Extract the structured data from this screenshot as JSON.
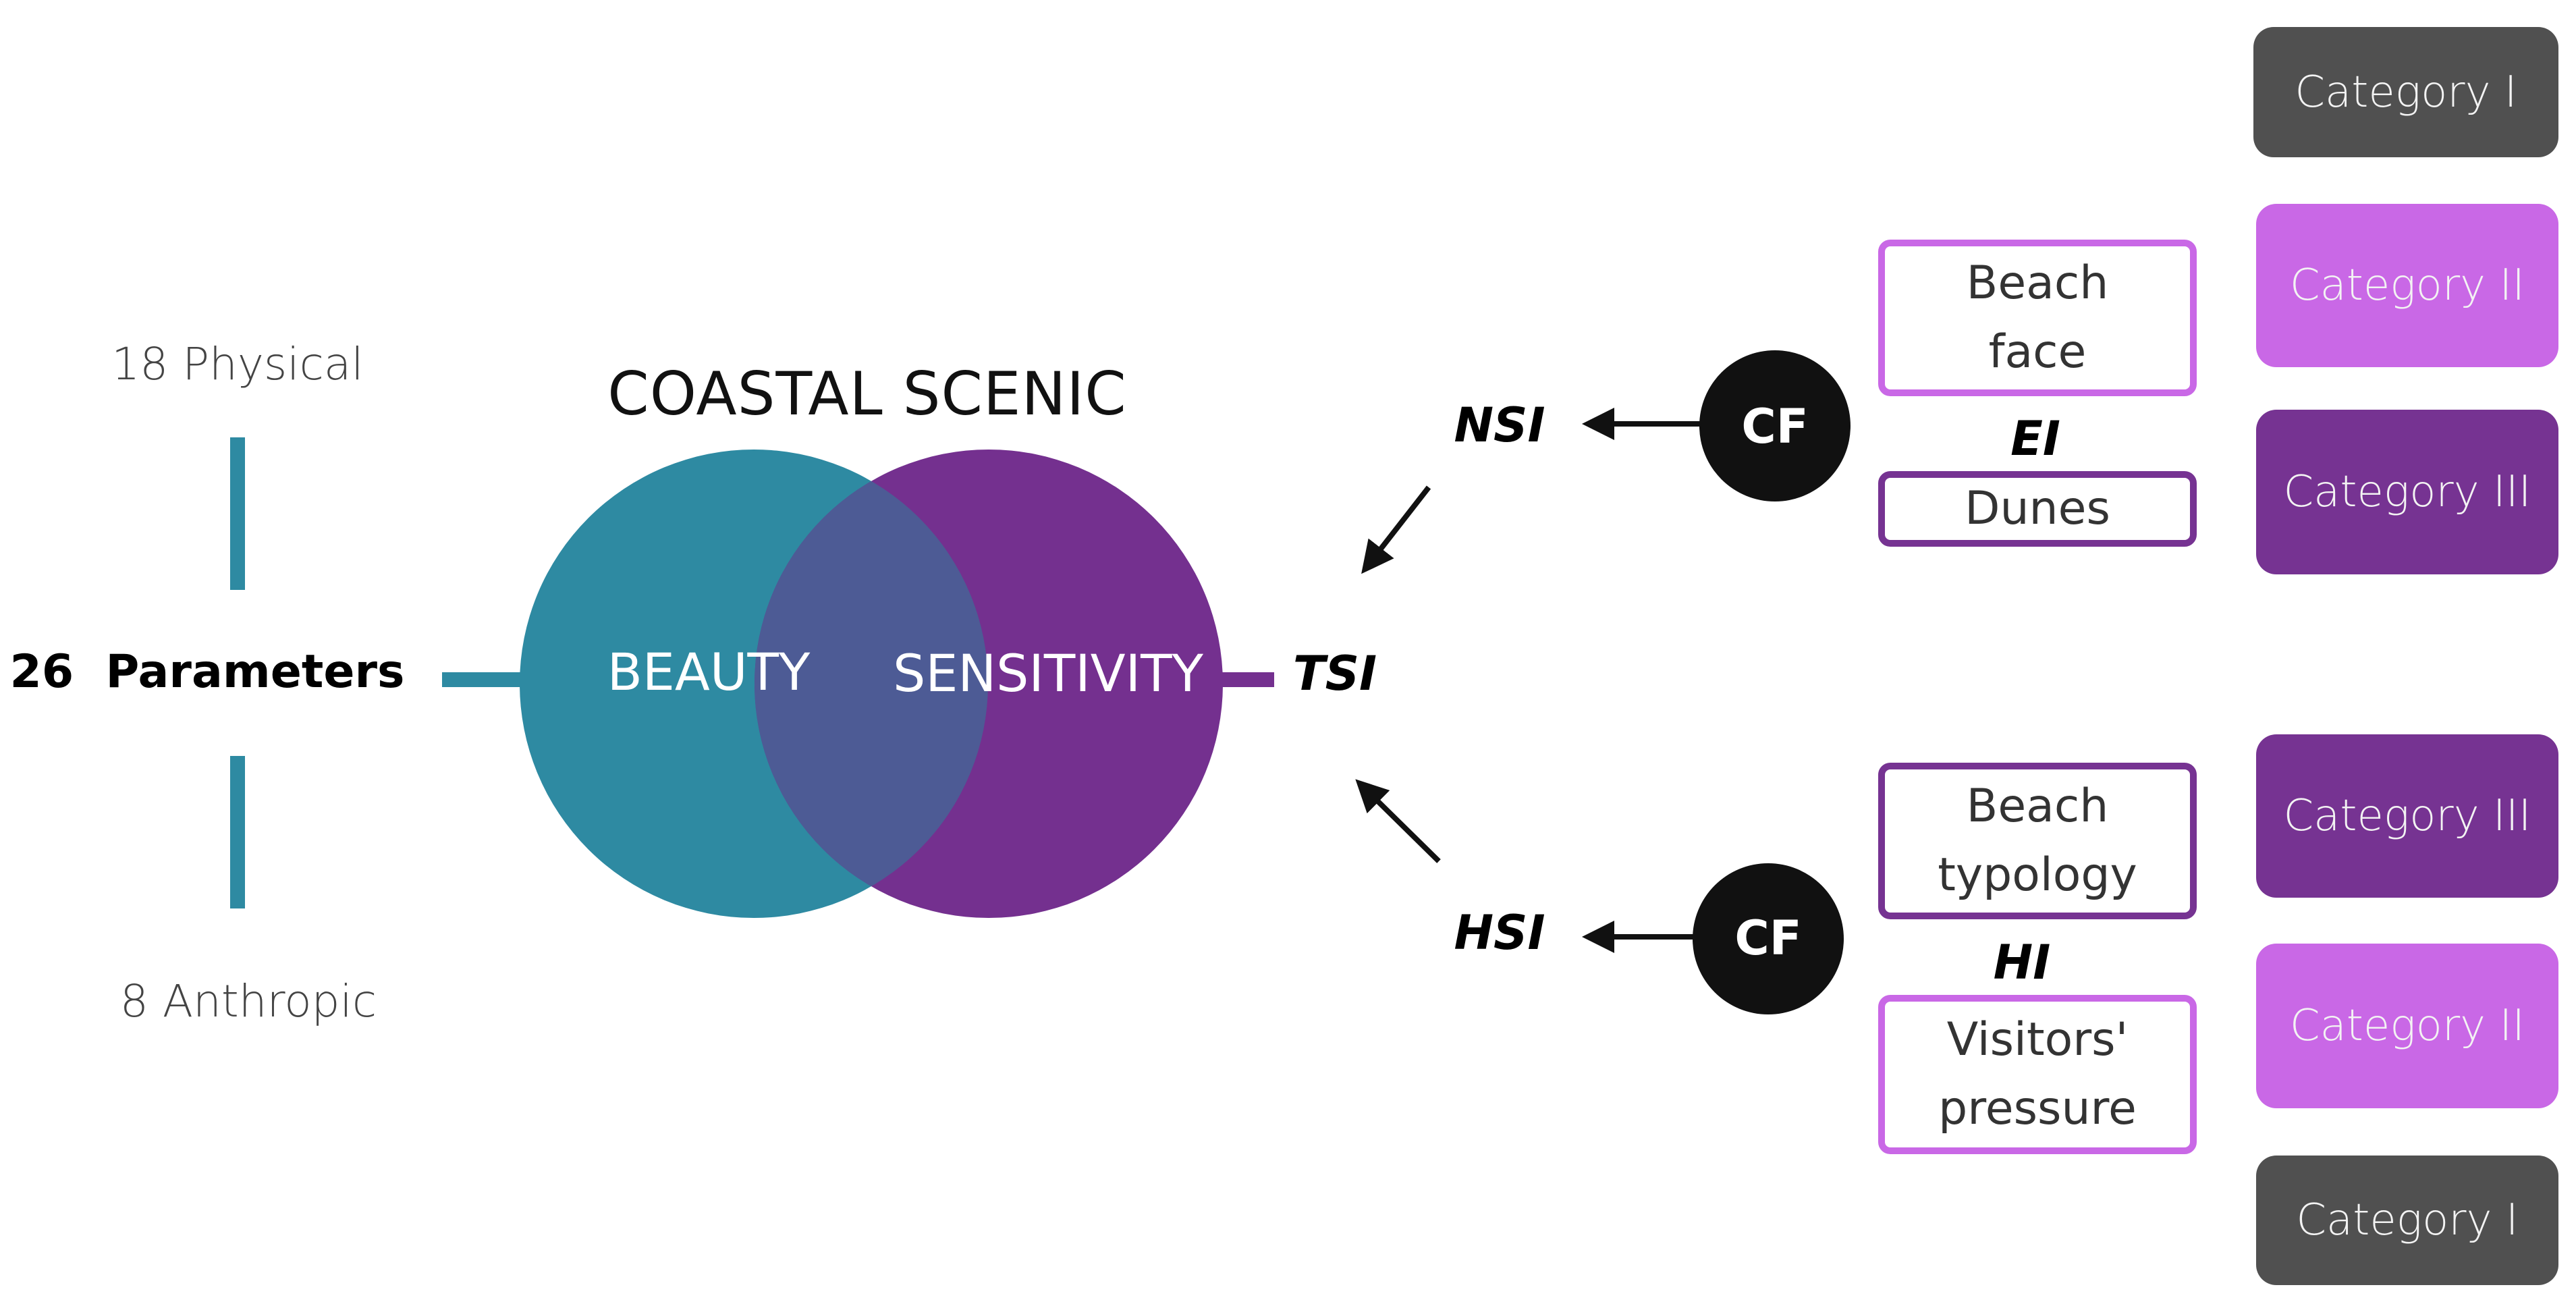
{
  "parameters": {
    "physical": "18 Physical",
    "total_number": "26",
    "total_label": "Parameters",
    "anthropic": "8 Anthropic"
  },
  "title": "COASTAL SCENIC",
  "venn": {
    "left": "BEAUTY",
    "right": "SENSITIVITY"
  },
  "indices": {
    "tsi": "TSI",
    "nsi": "NSI",
    "hsi": "HSI",
    "ei": "EI",
    "hi": "HI"
  },
  "cf_label": "CF",
  "boxes": {
    "beach_face": [
      "Beach",
      "face"
    ],
    "dunes": "Dunes",
    "beach_typology": [
      "Beach",
      "typology"
    ],
    "visitors_pressure": [
      "Visitors'",
      "pressure"
    ]
  },
  "categories": [
    "Category I",
    "Category II",
    "Category III",
    "Category III",
    "Category II",
    "Category I"
  ],
  "colors": {
    "teal": "#2e8aa2",
    "purple": "#74308f",
    "overlap": "#4d5b95",
    "light_purple": "#c968e6",
    "dark_purple": "#763392",
    "gray": "#505050",
    "black": "#111111"
  }
}
